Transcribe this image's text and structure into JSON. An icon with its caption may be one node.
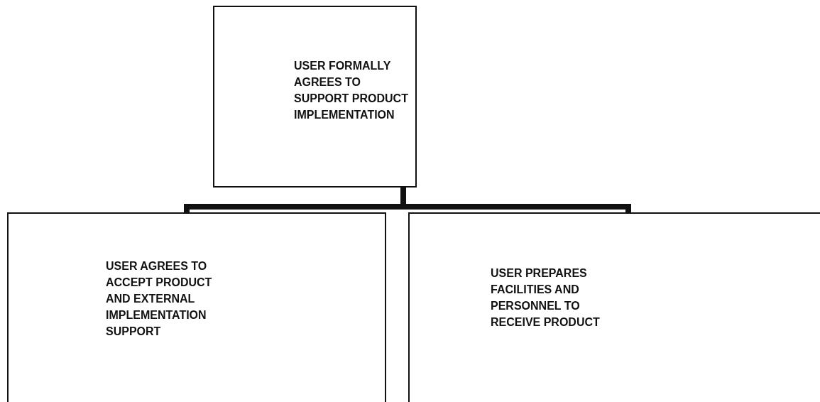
{
  "diagram": {
    "nodes": [
      {
        "text": [
          "USER FORMALLY AGREES TO SUPPORT PRODUCT IMPLEMENTATION"
        ]
      },
      {
        "text": [
          "USER AGREES TO ACCEPT PRODUCT AND EXTERNAL IMPLEMENTATION SUPPORT"
        ]
      },
      {
        "text": [
          "USER PREPARES FACILITIES AND PERSONNEL TO RECEIVE PRODUCT"
        ]
      }
    ],
    "edges": [
      {
        "from": 0,
        "to": 1,
        "arrow": "none"
      },
      {
        "from": 0,
        "to": 2,
        "arrow": "none"
      }
    ]
  }
}
